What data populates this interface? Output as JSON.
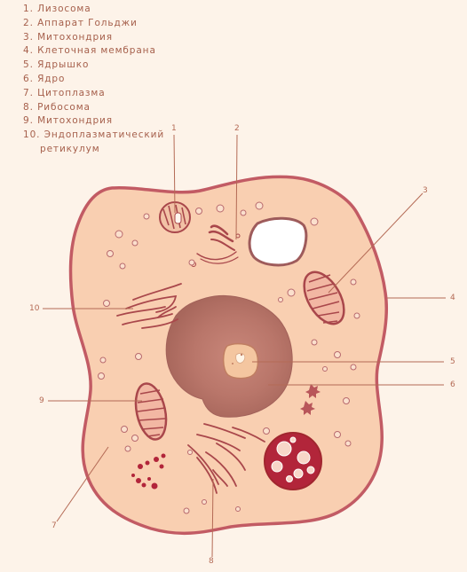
{
  "legend": [
    {
      "num": "1.",
      "label": "Лизосома"
    },
    {
      "num": "2.",
      "label": "Аппарат Гольджи"
    },
    {
      "num": "3.",
      "label": "Митохондрия"
    },
    {
      "num": "4.",
      "label": "Клеточная мембрана"
    },
    {
      "num": "5.",
      "label": "Ядрышко"
    },
    {
      "num": "6.",
      "label": "Ядро"
    },
    {
      "num": "7.",
      "label": "Цитоплазма"
    },
    {
      "num": "8.",
      "label": "Рибосома"
    },
    {
      "num": "9.",
      "label": "Митохондрия"
    },
    {
      "num": "10.",
      "label": "Эндоплазматический",
      "label_cont": "ретикулум"
    }
  ],
  "callouts": {
    "c1": "1",
    "c2": "2",
    "c3": "3",
    "c4": "4",
    "c5": "5",
    "c6": "6",
    "c7": "7",
    "c8": "8",
    "c9": "9",
    "c10": "10"
  },
  "colors": {
    "cytoplasm": "#f9cfb1",
    "membrane": "#c25b64",
    "nucleus": "#b9786a",
    "nucleolus": "#f4c6a0",
    "organelle_red": "#a9353e",
    "text": "#a6604c",
    "line": "#b46a55"
  }
}
